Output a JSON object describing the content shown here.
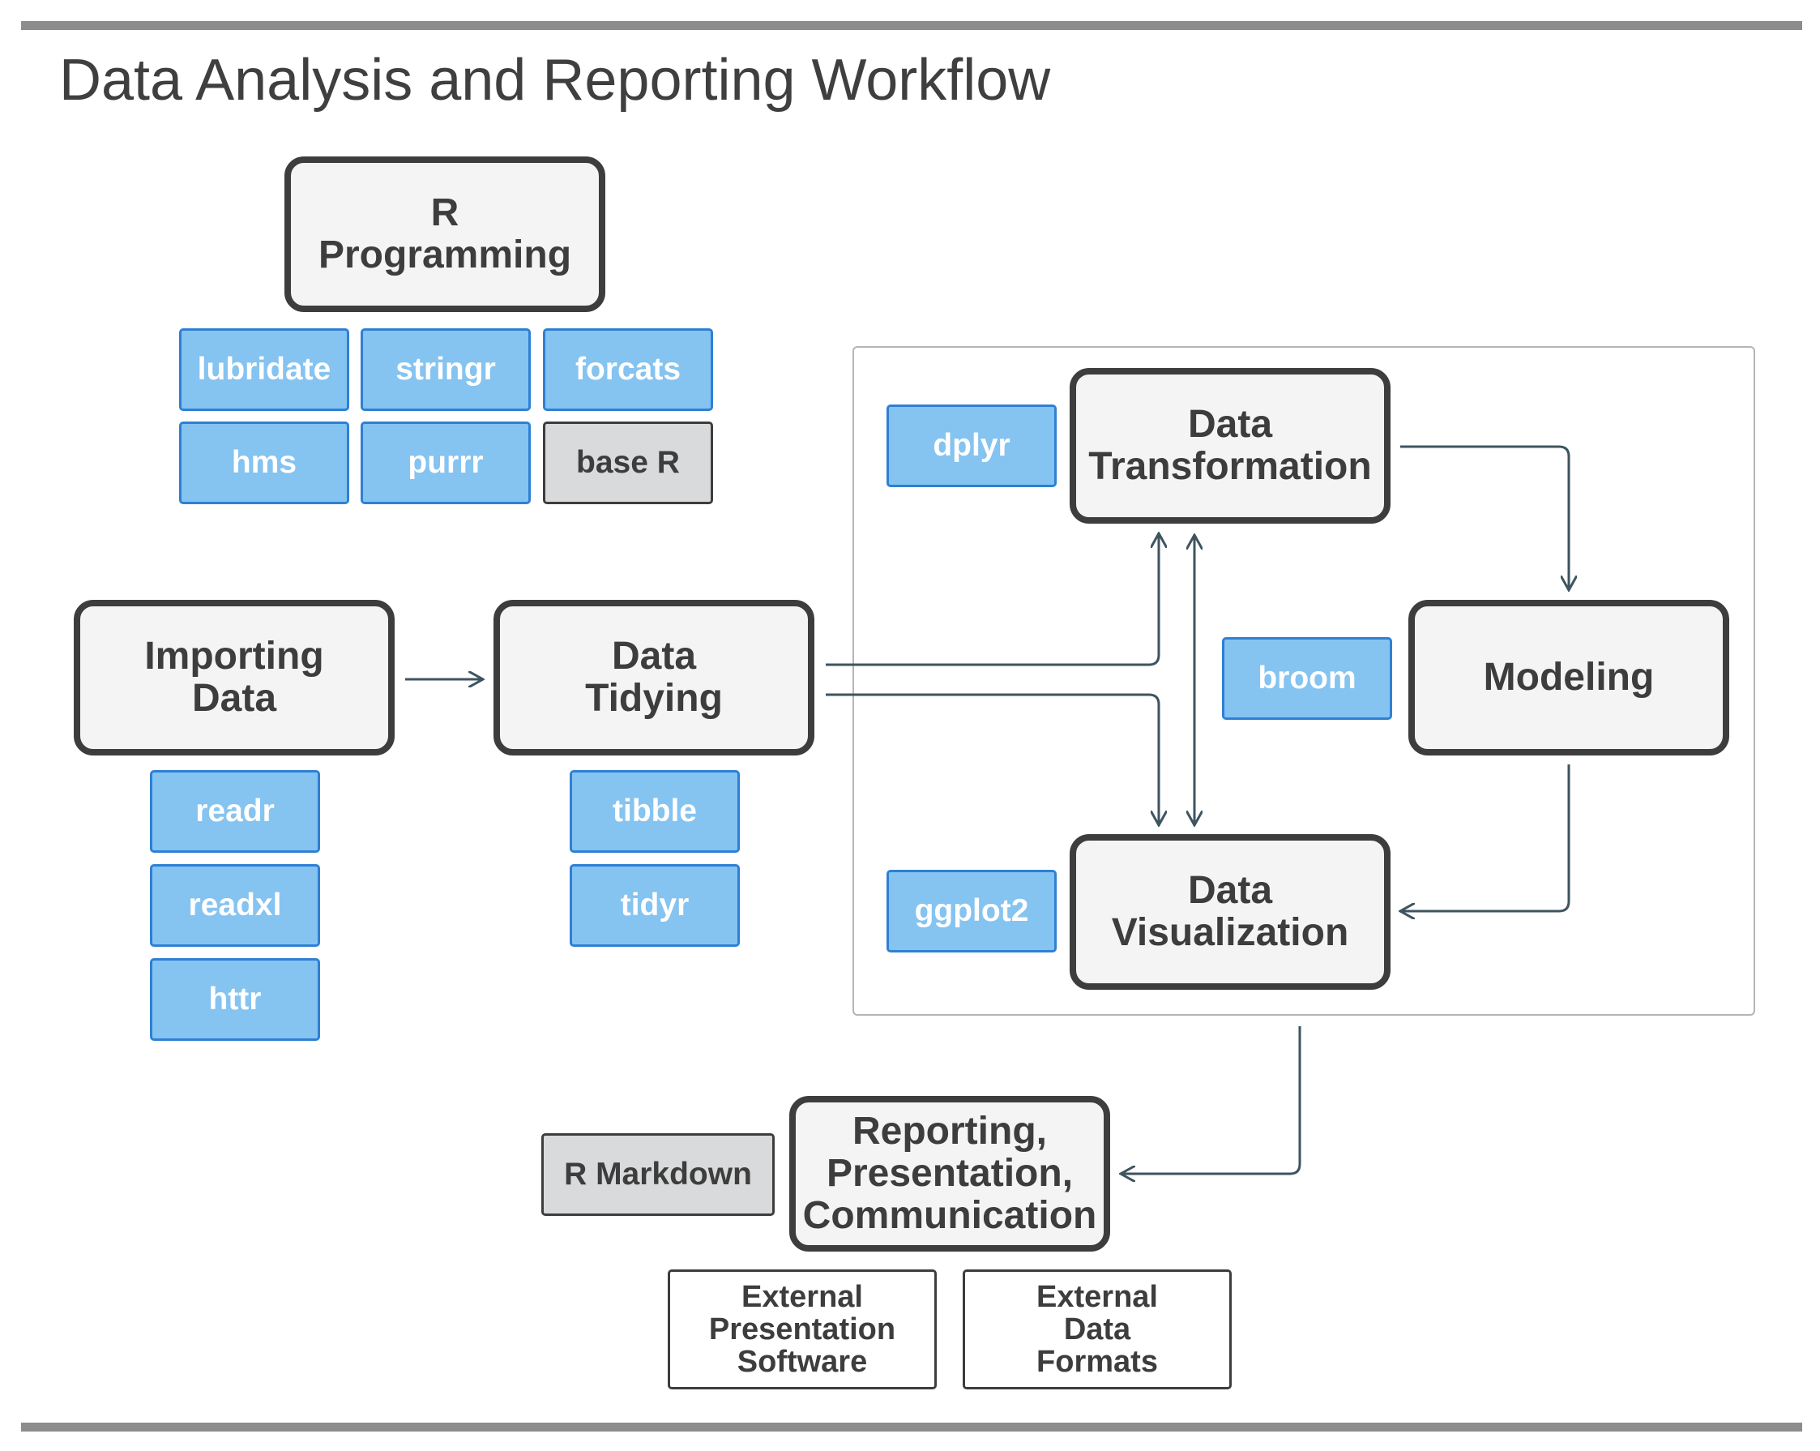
{
  "title": "Data Analysis and Reporting Workflow",
  "nodes": {
    "r_programming": [
      "R",
      "Programming"
    ],
    "importing": [
      "Importing",
      "Data"
    ],
    "tidying": [
      "Data",
      "Tidying"
    ],
    "transformation": [
      "Data",
      "Transformation"
    ],
    "modeling": [
      "Modeling"
    ],
    "visualization": [
      "Data",
      "Visualization"
    ],
    "reporting": [
      "Reporting,",
      "Presentation,",
      "Communication"
    ]
  },
  "packages": {
    "lubridate": "lubridate",
    "stringr": "stringr",
    "forcats": "forcats",
    "hms": "hms",
    "purrr": "purrr",
    "base_r": "base R",
    "readr": "readr",
    "readxl": "readxl",
    "httr": "httr",
    "tibble": "tibble",
    "tidyr": "tidyr",
    "dplyr": "dplyr",
    "broom": "broom",
    "ggplot2": "ggplot2",
    "rmarkdown": "R Markdown"
  },
  "external": {
    "presentation": [
      "External",
      "Presentation",
      "Software"
    ],
    "formats": [
      "External",
      "Data",
      "Formats"
    ]
  },
  "colors": {
    "package_fill": "#85c3f0",
    "package_border": "#2f80d4",
    "node_border": "#3d3d3d",
    "arrow": "#3e5460"
  }
}
